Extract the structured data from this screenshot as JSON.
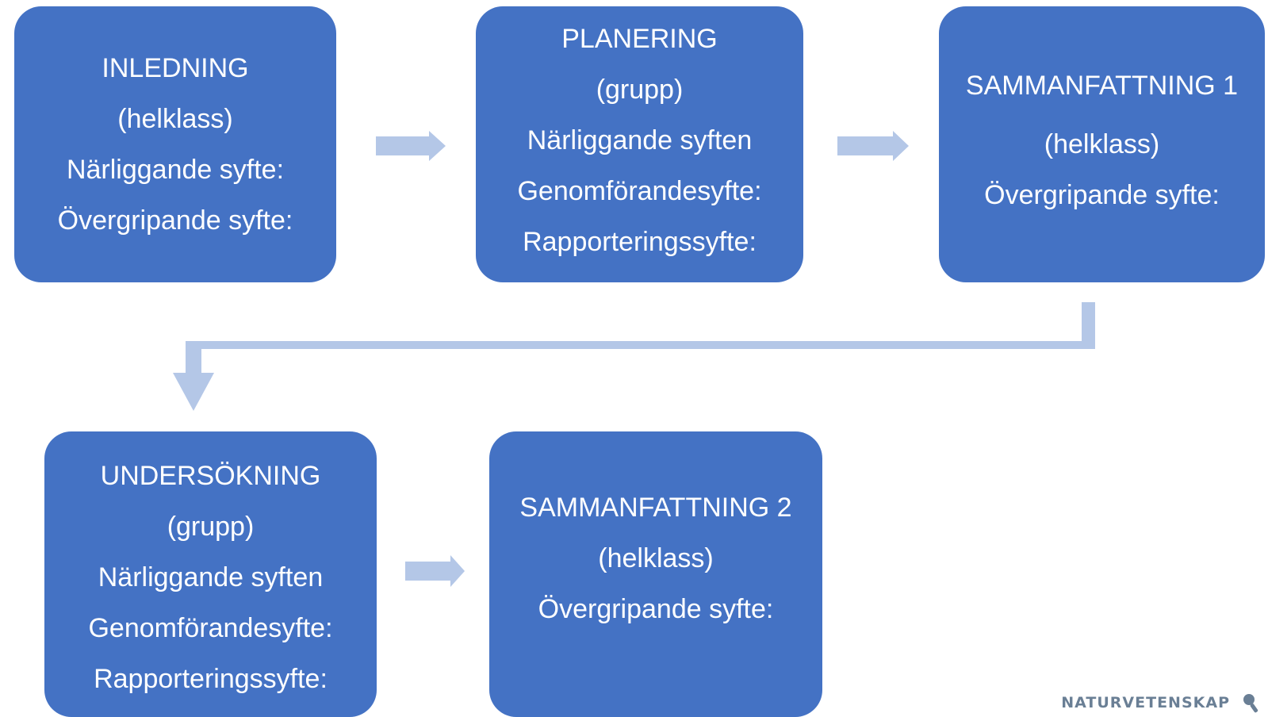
{
  "boxes": {
    "inledning": {
      "lines": [
        "INLEDNING",
        "(helklass)",
        "Närliggande syfte:",
        "Övergripande syfte:"
      ]
    },
    "planering": {
      "lines": [
        "PLANERING",
        "(grupp)",
        "Närliggande syften",
        "Genomförandesyfte:",
        "Rapporteringssyfte:"
      ]
    },
    "sammanfattning_1": {
      "lines": [
        "SAMMANFATTNING 1",
        "(helklass)",
        "Övergripande syfte:"
      ]
    },
    "undersokning": {
      "lines": [
        "UNDERSÖKNING",
        "(grupp)",
        "Närliggande syften",
        "Genomförandesyfte:",
        "Rapporteringssyfte:"
      ]
    },
    "sammanfattning_2": {
      "lines": [
        "SAMMANFATTNING 2",
        "(helklass)",
        "Övergripande syfte:"
      ]
    }
  },
  "colors": {
    "box_fill": "#4472c4",
    "box_text": "#ffffff",
    "arrow": "#b4c7e7",
    "logo": "#6a7f95"
  },
  "footer": {
    "logo_text": "NATURVETENSKAP",
    "logo_icon": "magnifier-person-icon"
  }
}
